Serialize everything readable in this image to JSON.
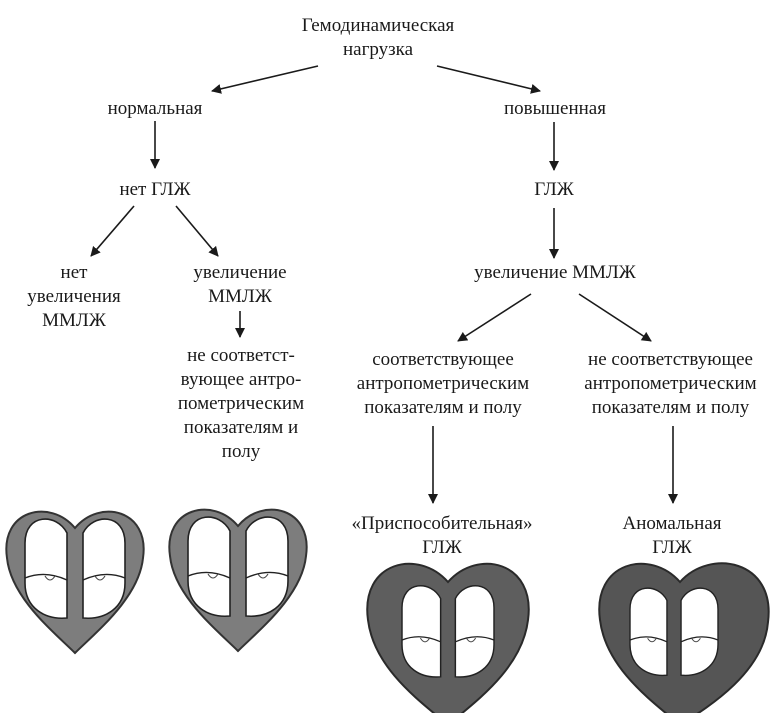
{
  "root": [
    "Гемодинамическая",
    "нагрузка"
  ],
  "left": {
    "branch": "нормальная",
    "status": "нет ГЛЖ",
    "outcome_a": [
      "нет",
      "увеличения",
      "ММЛЖ"
    ],
    "outcome_b": [
      "увеличение",
      "ММЛЖ"
    ],
    "outcome_b_detail": [
      "не соответст-",
      "вующее антро-",
      "пометрическим",
      "показателям и",
      "полу"
    ]
  },
  "right": {
    "branch": "повышенная",
    "status": "ГЛЖ",
    "increase": "увеличение ММЛЖ",
    "match": [
      "соответствующее",
      "антропометрическим",
      "показателям и полу"
    ],
    "mismatch": [
      "не соответствующее",
      "антропометрическим",
      "показателям и полу"
    ],
    "adaptive": [
      "«Приспособительная»",
      "ГЛЖ"
    ],
    "abnormal": [
      "Аномальная",
      "ГЛЖ"
    ]
  },
  "hearts": [
    {
      "id": "normal",
      "wall": "thin"
    },
    {
      "id": "normal-2",
      "wall": "thin"
    },
    {
      "id": "adaptive",
      "wall": "thick"
    },
    {
      "id": "abnormal",
      "wall": "thick-asymmetric"
    }
  ]
}
